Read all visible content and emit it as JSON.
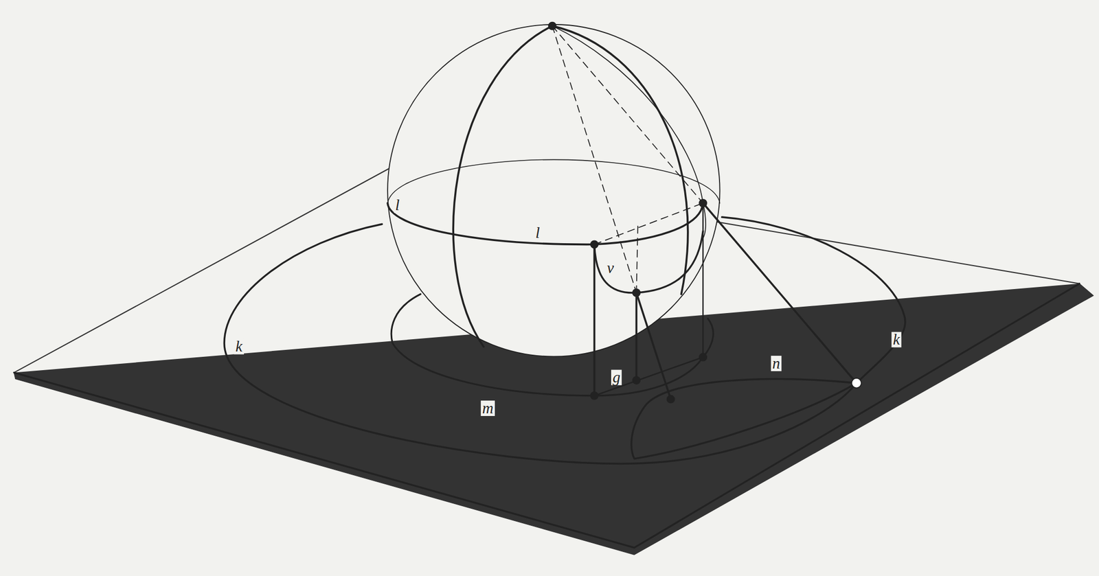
{
  "diagram": {
    "labels": [
      "l",
      "l",
      "v",
      "k",
      "m",
      "g",
      "n",
      "k"
    ]
  }
}
